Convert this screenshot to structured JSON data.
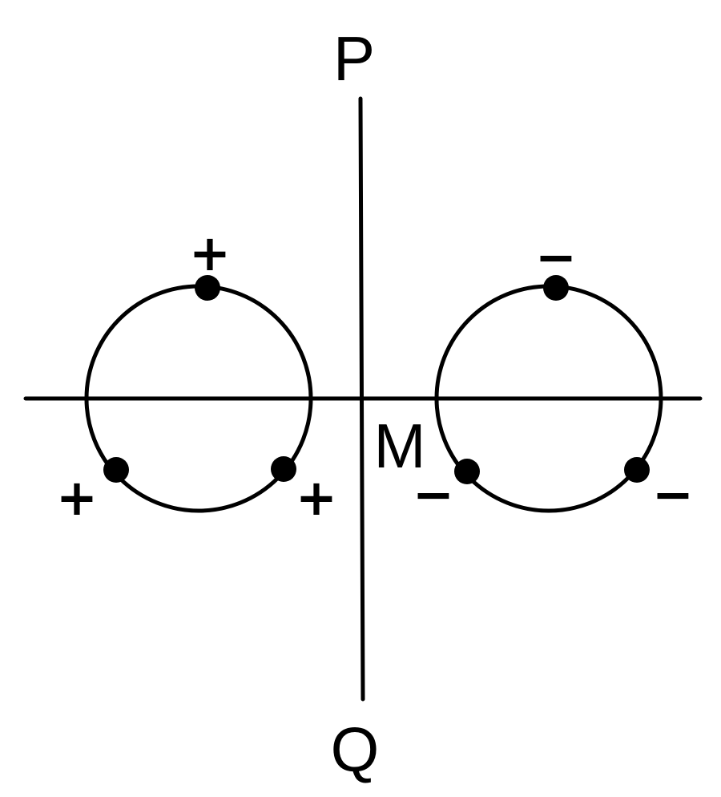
{
  "labels": {
    "top": "P",
    "bottom": "Q",
    "center": "M"
  },
  "left_ring": {
    "charges": [
      {
        "position": "top",
        "sign": "+"
      },
      {
        "position": "lower-left",
        "sign": "+"
      },
      {
        "position": "lower-right",
        "sign": "+"
      }
    ]
  },
  "right_ring": {
    "charges": [
      {
        "position": "top",
        "sign": "−"
      },
      {
        "position": "lower-left",
        "sign": "−"
      },
      {
        "position": "lower-right",
        "sign": "−"
      }
    ]
  },
  "colors": {
    "ink": "#000000",
    "background": "#ffffff"
  }
}
